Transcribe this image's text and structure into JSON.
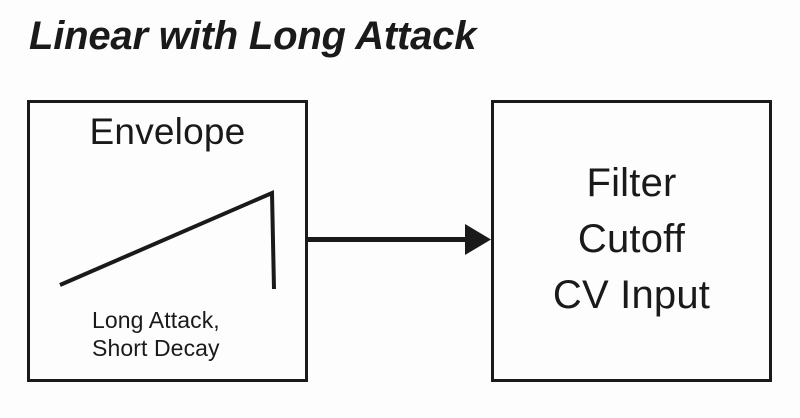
{
  "title": "Linear with Long Attack",
  "colors": {
    "background": "#fdfdfd",
    "stroke": "#1a1a1a",
    "text": "#1a1a1a"
  },
  "envelope_node": {
    "title": "Envelope",
    "caption_line1": "Long Attack,",
    "caption_line2": "Short Decay"
  },
  "filter_node": {
    "line1": "Filter",
    "line2": "Cutoff",
    "line3": "CV Input"
  },
  "connector": {
    "label": "",
    "direction": "envelope-to-filter",
    "arrowhead": "solid-triangle"
  },
  "chart_data": {
    "type": "line",
    "title": "Envelope",
    "subtitle": "Long Attack, Short Decay",
    "xlabel": "",
    "ylabel": "",
    "x": [
      0,
      0.76,
      0.77
    ],
    "values": [
      0,
      1,
      0
    ],
    "annotations": [
      "Long Attack,",
      "Short Decay"
    ],
    "grid": false,
    "legend": "none"
  }
}
